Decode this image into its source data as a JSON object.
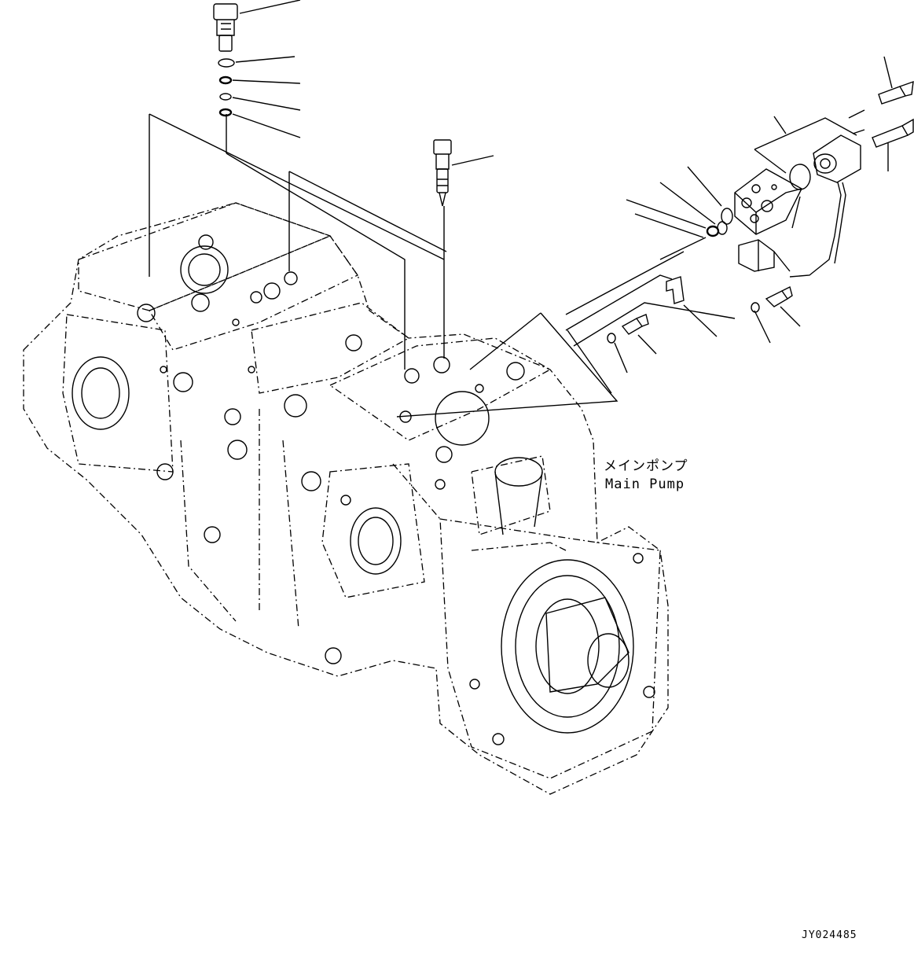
{
  "diagram": {
    "part_label_jp": "メインポンプ",
    "part_label_en": "Main Pump",
    "drawing_id": "JY024485"
  }
}
